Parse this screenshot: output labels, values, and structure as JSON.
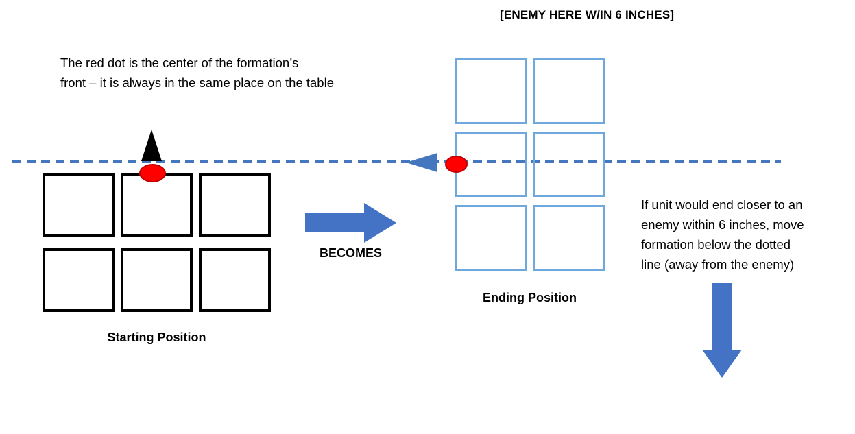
{
  "header": {
    "enemy_label": "[ENEMY HERE W/IN 6 INCHES]"
  },
  "left_note": {
    "line1": "The red dot is the center of the formation’s",
    "line2": "front – it is always in the same place on the table"
  },
  "flow": {
    "becomes_label": "BECOMES"
  },
  "starting_formation": {
    "label": "Starting Position",
    "rows": 2,
    "cols": 3
  },
  "ending_formation": {
    "label": "Ending Position",
    "rows": 3,
    "cols": 2
  },
  "right_note": {
    "line1": "If unit would end closer to an",
    "line2": "enemy within 6 inches, move",
    "line3": "formation below the dotted",
    "line4": "line (away from the enemy)"
  },
  "colors": {
    "block_arrow_blue": "#4472C4",
    "starting_square_border": "#000000",
    "ending_square_border": "#6FA8DC",
    "dashed_line": "#4577BE",
    "red_dot": "#FF0000"
  }
}
